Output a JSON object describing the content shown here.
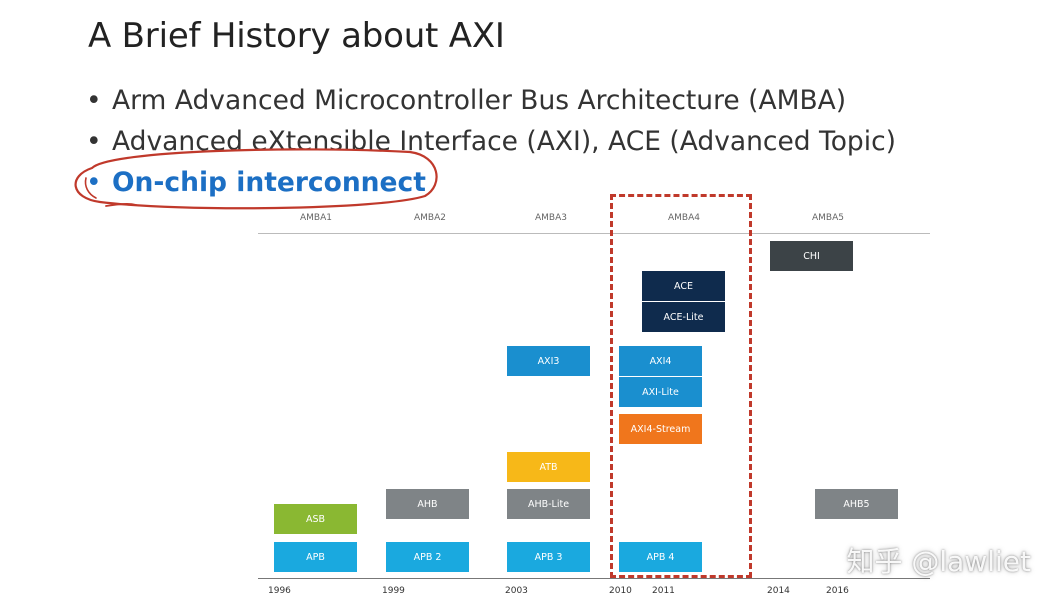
{
  "slide": {
    "title": "A Brief History about AXI",
    "bullets": [
      "Arm Advanced Microcontroller Bus Architecture (AMBA)",
      "Advanced eXtensible Interface (AXI),  ACE (Advanced Topic)",
      "On-chip interconnect"
    ],
    "bullet_glyph": "•",
    "highlight_color": "#1c6fc4",
    "annotation_color": "#c0392b"
  },
  "timeline": {
    "eras": [
      "AMBA1",
      "AMBA2",
      "AMBA3",
      "AMBA4",
      "AMBA5"
    ],
    "years": [
      "1996",
      "1999",
      "2003",
      "2010",
      "2011",
      "2014",
      "2016"
    ],
    "protocols": {
      "asb": "ASB",
      "apb": "APB",
      "ahb": "AHB",
      "apb2": "APB 2",
      "axi3": "AXI3",
      "atb": "ATB",
      "ahb_lite": "AHB-Lite",
      "apb3": "APB 3",
      "ace": "ACE",
      "ace_lite": "ACE-Lite",
      "axi4": "AXI4",
      "axi_lite": "AXI-Lite",
      "axi4_stream": "AXI4-Stream",
      "apb4": "APB 4",
      "chi": "CHI",
      "ahb5": "AHB5"
    },
    "colors": {
      "apb": "#1aa9df",
      "axi": "#1a8fcf",
      "ahb": "#7f8487",
      "asb": "#8ab832",
      "atb": "#f7b818",
      "ace": "#0f2b4d",
      "chi": "#3c4347",
      "stream": "#f0761c",
      "dashed_box": "#c0392b"
    }
  },
  "watermark": "知乎 @lawliet"
}
